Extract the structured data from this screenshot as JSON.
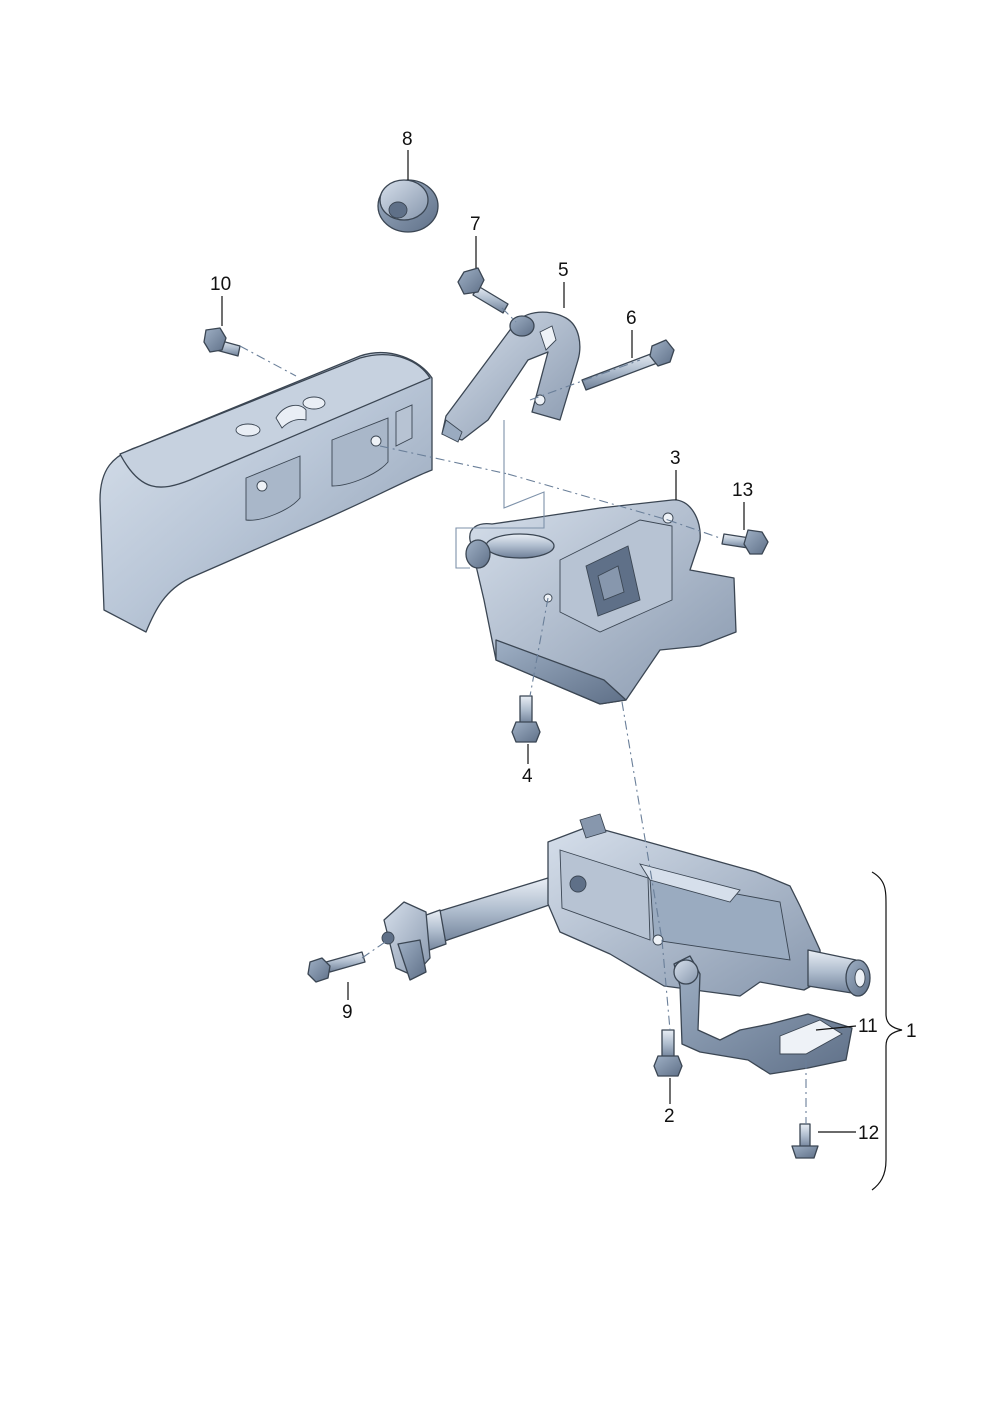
{
  "diagram": {
    "callouts": {
      "c1": "1",
      "c2": "2",
      "c3": "3",
      "c4": "4",
      "c5": "5",
      "c6": "6",
      "c7": "7",
      "c8": "8",
      "c9": "9",
      "c10": "10",
      "c11": "11",
      "c12": "12",
      "c13": "13"
    },
    "colors": {
      "part_light": "#c9d4e2",
      "part_mid": "#a7b6c9",
      "part_dark": "#7f90a6",
      "outline": "#3b4653",
      "leader_line": "#6a7f99"
    }
  }
}
